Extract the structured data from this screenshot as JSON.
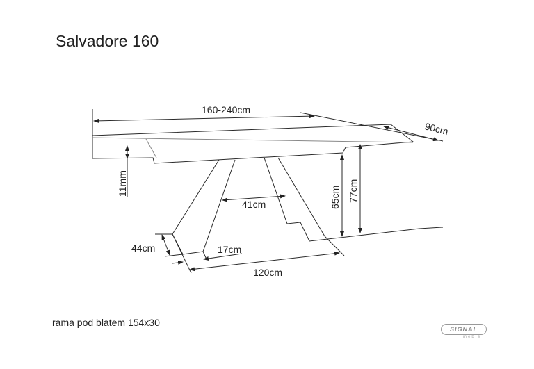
{
  "title": "Salvadore 160",
  "note": "rama pod blatem 154x30",
  "dimensions": {
    "length": "160-240cm",
    "depth": "90cm",
    "top_thickness": "11mm",
    "leg_gap": "41cm",
    "frame_height": "65cm",
    "total_height": "77cm",
    "foot_depth": "44cm",
    "leg_width": "17cm",
    "base_length": "120cm"
  },
  "logo": {
    "brand": "SIGNAL",
    "sub": "meble"
  }
}
